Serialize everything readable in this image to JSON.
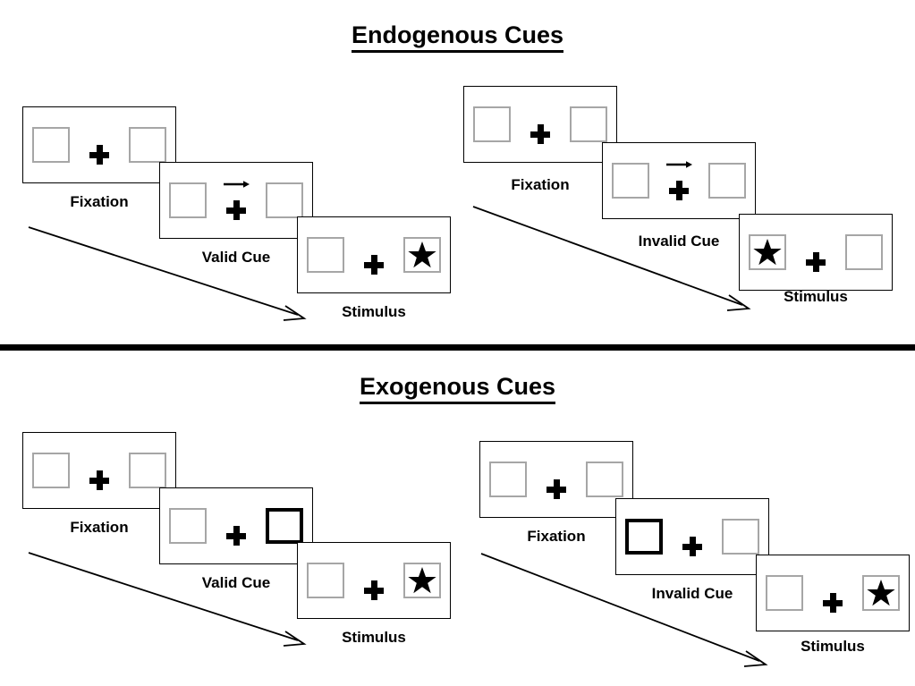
{
  "figure": {
    "title_endogenous": "Endogenous Cues",
    "title_exogenous": "Exogenous Cues"
  },
  "sections": [
    {
      "id": "endogenous",
      "title": "Endogenous Cues",
      "cue_type": "arrow",
      "sequences": [
        {
          "id": "endogenous-valid",
          "condition": "valid",
          "steps": [
            {
              "label": "Fixation",
              "left_box": "empty",
              "right_box": "empty",
              "cue": "none",
              "target": "none"
            },
            {
              "label": "Valid Cue",
              "left_box": "empty",
              "right_box": "empty",
              "cue": "arrow-right",
              "target": "none"
            },
            {
              "label": "Stimulus",
              "left_box": "empty",
              "right_box": "star",
              "cue": "none",
              "target": "right"
            }
          ]
        },
        {
          "id": "endogenous-invalid",
          "condition": "invalid",
          "steps": [
            {
              "label": "Fixation",
              "left_box": "empty",
              "right_box": "empty",
              "cue": "none",
              "target": "none"
            },
            {
              "label": "Invalid Cue",
              "left_box": "empty",
              "right_box": "empty",
              "cue": "arrow-right",
              "target": "none"
            },
            {
              "label": "Stimulus",
              "left_box": "star",
              "right_box": "empty",
              "cue": "none",
              "target": "left"
            }
          ]
        }
      ]
    },
    {
      "id": "exogenous",
      "title": "Exogenous Cues",
      "cue_type": "box-highlight",
      "sequences": [
        {
          "id": "exogenous-valid",
          "condition": "valid",
          "steps": [
            {
              "label": "Fixation",
              "left_box": "empty",
              "right_box": "empty",
              "cue": "none",
              "target": "none"
            },
            {
              "label": "Valid Cue",
              "left_box": "empty",
              "right_box": "cued",
              "cue": "right-box",
              "target": "none"
            },
            {
              "label": "Stimulus",
              "left_box": "empty",
              "right_box": "star",
              "cue": "none",
              "target": "right"
            }
          ]
        },
        {
          "id": "exogenous-invalid",
          "condition": "invalid",
          "steps": [
            {
              "label": "Fixation",
              "left_box": "empty",
              "right_box": "empty",
              "cue": "none",
              "target": "none"
            },
            {
              "label": "Invalid Cue",
              "left_box": "cued",
              "right_box": "empty",
              "cue": "left-box",
              "target": "none"
            },
            {
              "label": "Stimulus",
              "left_box": "empty",
              "right_box": "star",
              "cue": "none",
              "target": "right"
            }
          ]
        }
      ]
    }
  ],
  "icons": {
    "fixation_cross": "plus-cross-icon",
    "target": "star-icon",
    "cue_arrow": "arrow-right-icon",
    "time_arrow": "time-flow-arrow-icon"
  },
  "colors": {
    "box_border": "#a6a6a6",
    "cued_box_border": "#000000",
    "panel_border": "#000000",
    "ink": "#000000",
    "background": "#ffffff"
  }
}
